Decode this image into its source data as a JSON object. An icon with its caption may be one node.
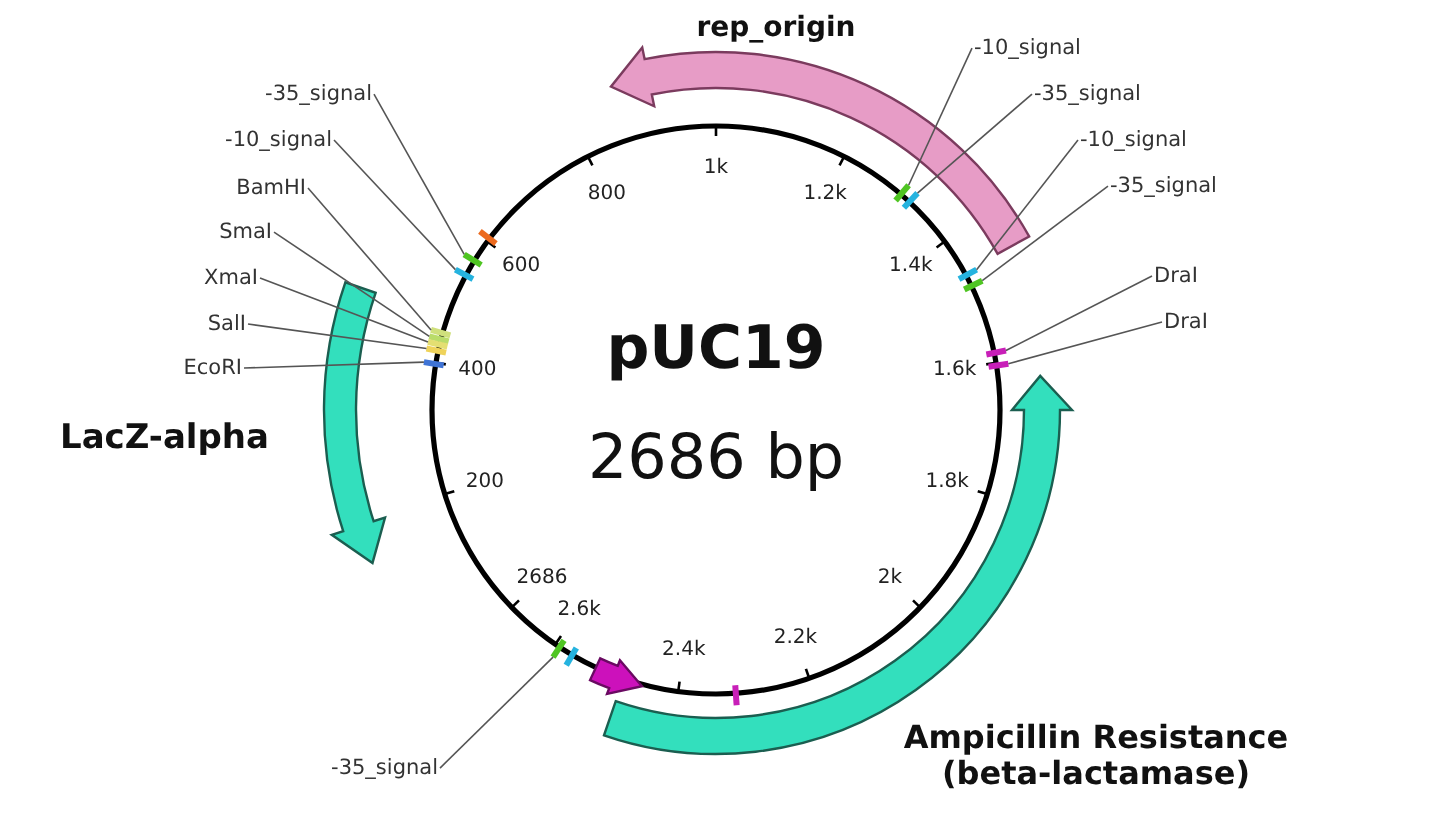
{
  "diagram": {
    "nodes": [
      {
        "text": [
          "pUC19",
          "2686 bp"
        ]
      },
      {
        "text": [
          "rep_origin"
        ]
      },
      {
        "text": [
          "LacZ-alpha"
        ]
      },
      {
        "text": [
          "Ampicillin Resistance (beta-lactamase)"
        ]
      },
      {
        "text": [],
        "shape": "arrow"
      },
      {
        "text": [
          "-35_signal"
        ]
      },
      {
        "text": [
          "-10_signal"
        ]
      },
      {
        "text": [
          "BamHI"
        ]
      },
      {
        "text": [
          "SmaI"
        ]
      },
      {
        "text": [
          "XmaI"
        ]
      },
      {
        "text": [
          "SalI"
        ]
      },
      {
        "text": [
          "EcoRI"
        ]
      },
      {
        "text": [
          "-10_signal"
        ]
      },
      {
        "text": [
          "-35_signal"
        ]
      },
      {
        "text": [
          "-10_signal"
        ]
      },
      {
        "text": [
          "-35_signal"
        ]
      },
      {
        "text": [
          "DraI"
        ]
      },
      {
        "text": [
          "DraI"
        ]
      },
      {
        "text": [
          "-35_signal"
        ]
      },
      {
        "text": [],
        "shape": "bar"
      },
      {
        "text": [],
        "shape": "bar"
      },
      {
        "text": [],
        "shape": "bar"
      },
      {
        "text": [],
        "shape": "bar"
      },
      {
        "text": [],
        "shape": "bar"
      },
      {
        "text": [],
        "shape": "bar"
      },
      {
        "text": [],
        "shape": "bar"
      },
      {
        "text": [],
        "shape": "bar"
      },
      {
        "text": [],
        "shape": "bar"
      },
      {
        "text": [],
        "shape": "bar"
      },
      {
        "text": [],
        "shape": "bar"
      },
      {
        "text": [],
        "shape": "bar"
      },
      {
        "text": [],
        "shape": "bar"
      },
      {
        "text": [],
        "shape": "bar"
      },
      {
        "text": [],
        "shape": "bar"
      },
      {
        "text": [],
        "shape": "bar"
      },
      {
        "text": [],
        "shape": "bar"
      }
    ],
    "edges": [
      {
        "from": 5,
        "to": 19,
        "arrow": "none"
      },
      {
        "from": 6,
        "to": 20,
        "arrow": "none"
      },
      {
        "from": 7,
        "to": 21,
        "arrow": "none"
      },
      {
        "from": 8,
        "to": 22,
        "arrow": "none"
      },
      {
        "from": 9,
        "to": 23,
        "arrow": "none"
      },
      {
        "from": 10,
        "to": 24,
        "arrow": "none"
      },
      {
        "from": 11,
        "to": 25,
        "arrow": "none"
      },
      {
        "from": 12,
        "to": 26,
        "arrow": "none"
      },
      {
        "from": 13,
        "to": 27,
        "arrow": "none"
      },
      {
        "from": 14,
        "to": 28,
        "arrow": "none"
      },
      {
        "from": 15,
        "to": 29,
        "arrow": "none"
      },
      {
        "from": 16,
        "to": 30,
        "arrow": "none"
      },
      {
        "from": 17,
        "to": 31,
        "arrow": "none"
      },
      {
        "from": 18,
        "to": 32,
        "arrow": "none"
      }
    ],
    "labels": [
      "1k",
      "1.2k",
      "1.4k",
      "1.6k",
      "1.8k",
      "2k",
      "2.2k",
      "2.4k",
      "2.6k",
      "2686",
      "200",
      "400",
      "600",
      "800"
    ]
  }
}
